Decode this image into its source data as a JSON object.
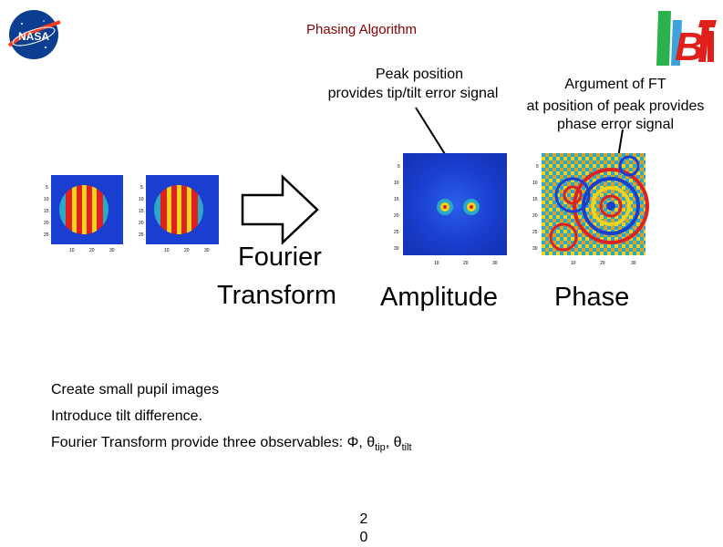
{
  "slide": {
    "title": "Phasing Algorithm",
    "logos": {
      "left": "NASA",
      "right": "BTI"
    },
    "annotations": {
      "peak_line1": "Peak position",
      "peak_line2": "provides tip/tilt error signal",
      "arg_line1": "Argument of FT",
      "arg_line2": "at position of peak provides",
      "arg_line3": "phase error signal"
    },
    "labels": {
      "fourier_line1": "Fourier",
      "fourier_line2": "Transform",
      "amplitude": "Amplitude",
      "phase": "Phase"
    },
    "bullets": [
      "Create small pupil images",
      "Introduce tilt difference."
    ],
    "observables": {
      "prefix": "Fourier Transform provide three observables: Φ, θ",
      "sub1": "tip",
      "mid": ", θ",
      "sub2": "tilt"
    },
    "page_number": "2",
    "page_number_next": "0",
    "colors": {
      "title": "#8b0000",
      "map_blue": "#1a3fd0",
      "stripe_red": "#e02020",
      "stripe_yellow": "#f2d21a"
    }
  }
}
